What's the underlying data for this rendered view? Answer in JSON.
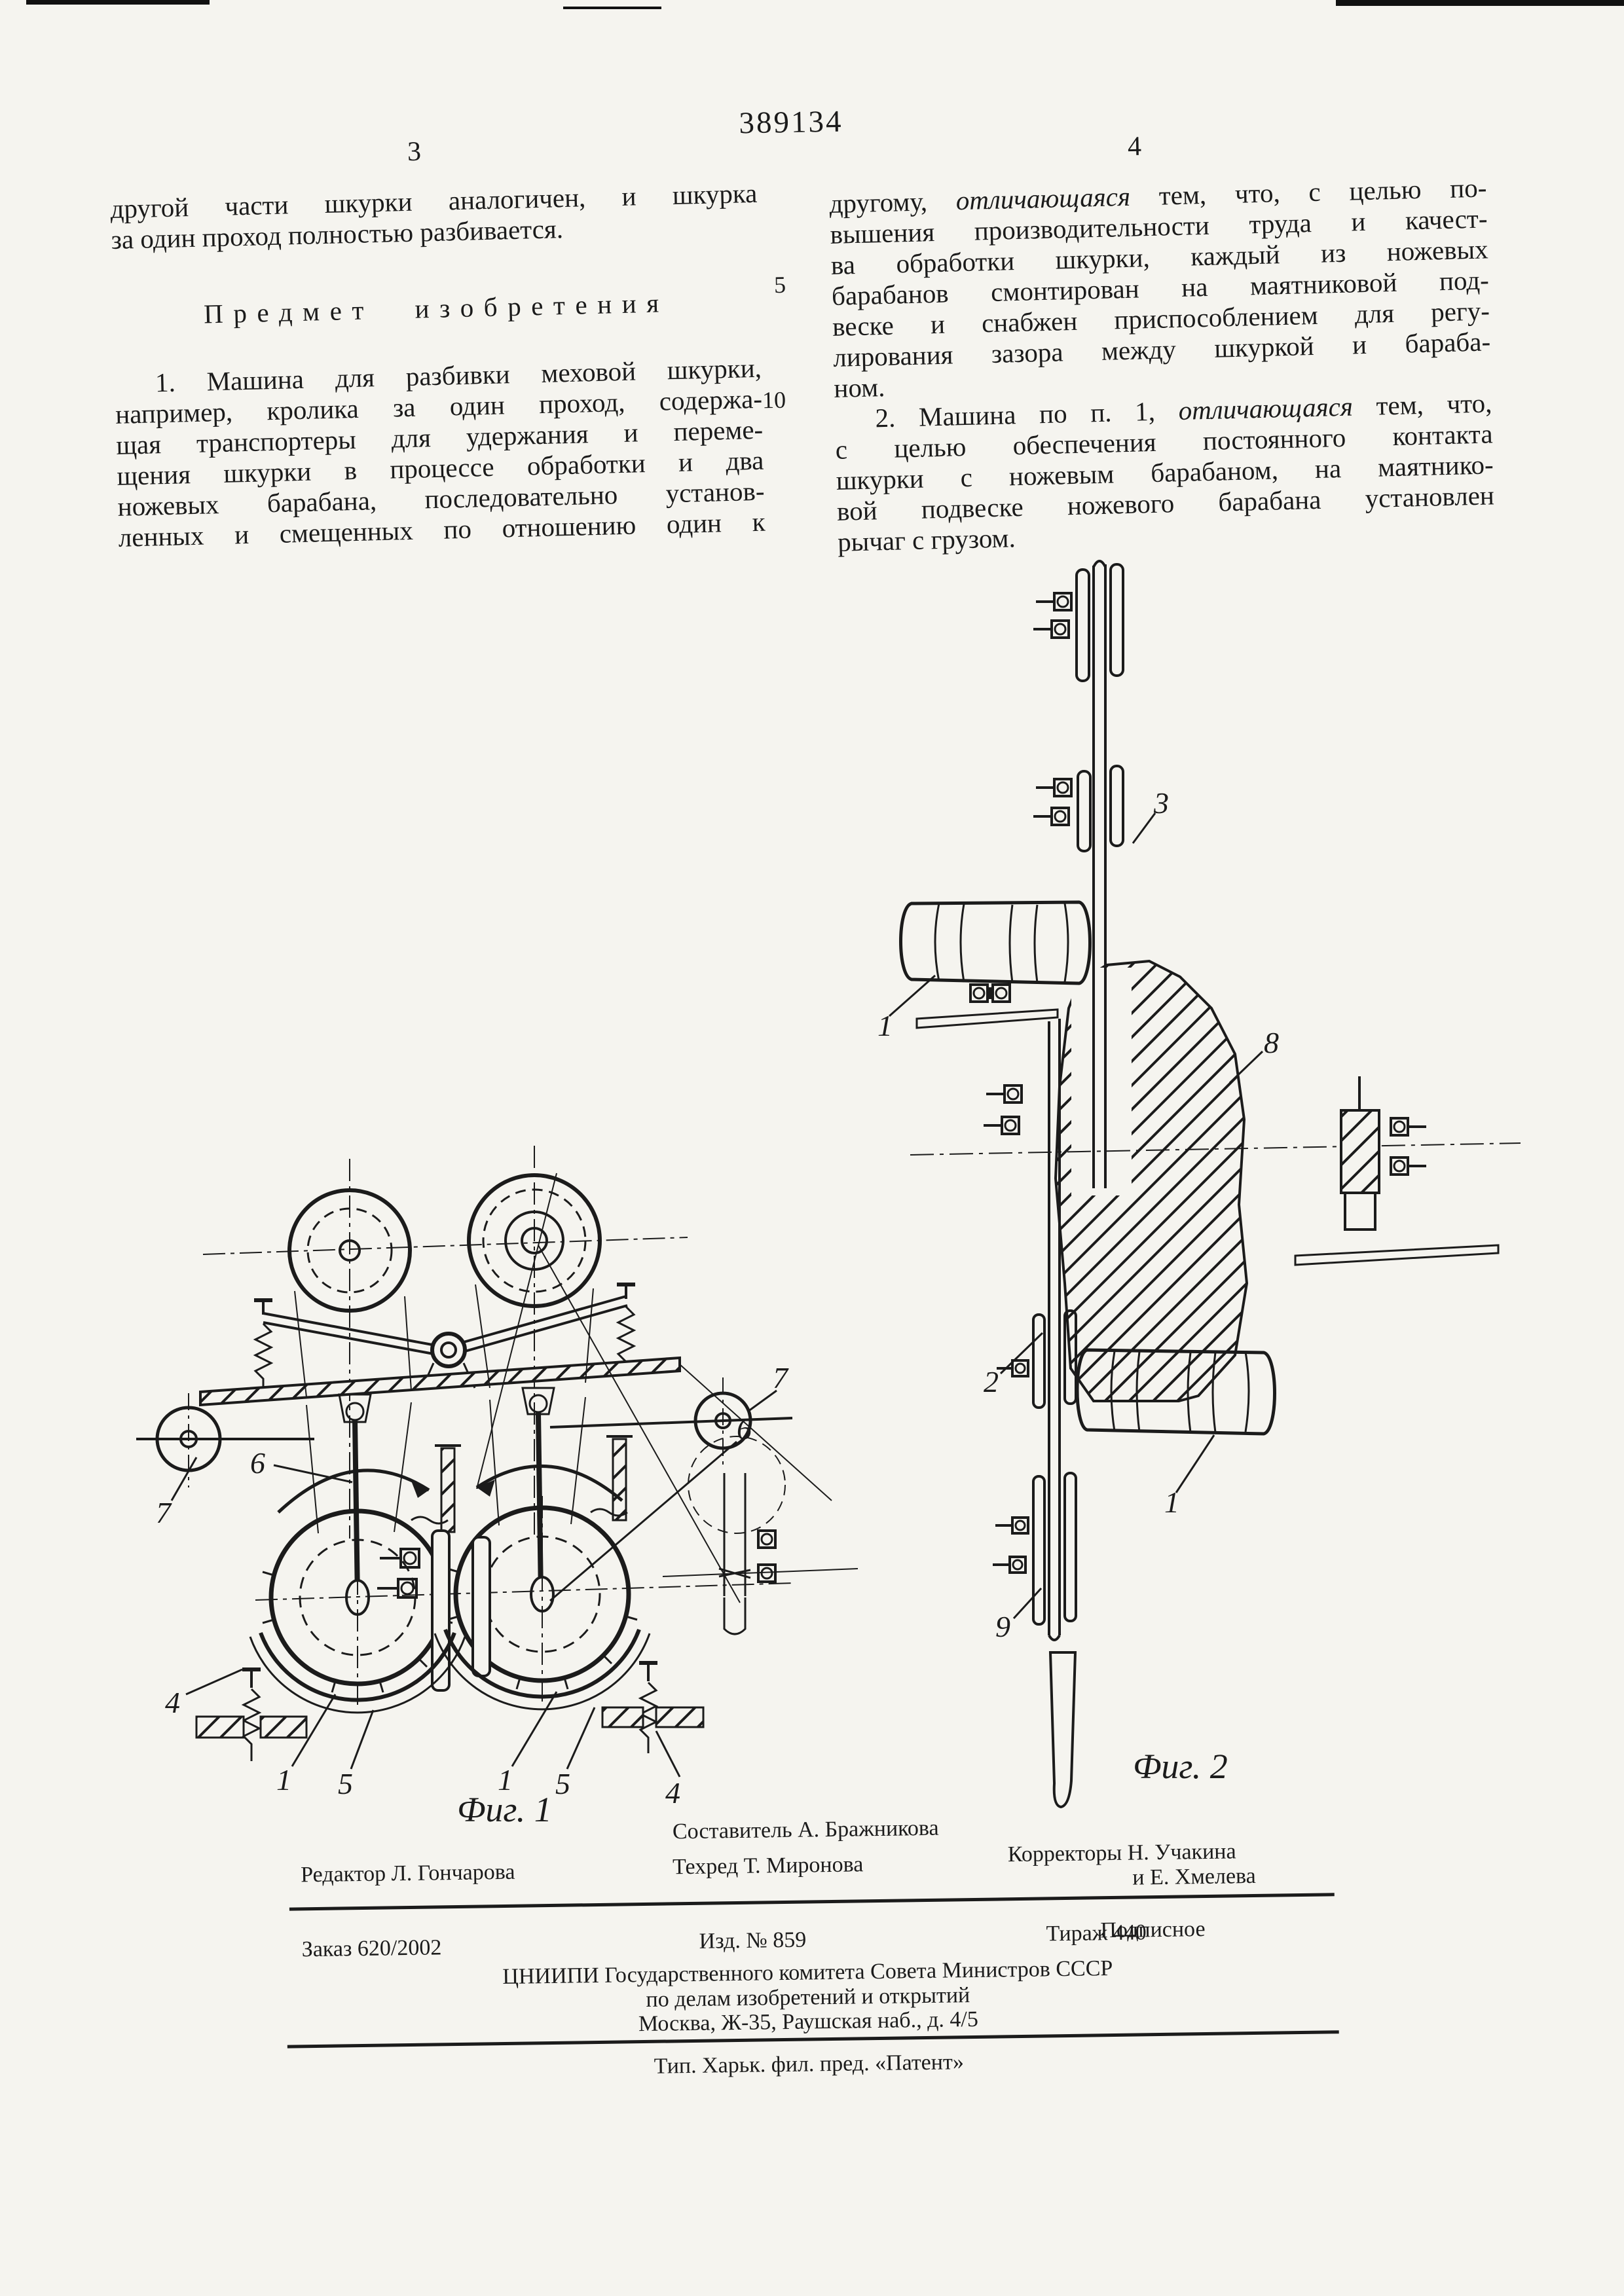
{
  "page": {
    "patent_number": "389134",
    "left_column_number": "3",
    "right_column_number": "4",
    "margin_line_numbers": [
      "5",
      "10"
    ]
  },
  "left_column": {
    "paragraph1": [
      "другой части шкурки аналогичен, и шкурка",
      "за один проход полностью разбивается."
    ],
    "heading": "Предмет изобретения",
    "claim1": [
      "1. Машина для разбивки меховой шкурки,",
      "например, кролика за один проход, содержа-",
      "щая транспортеры для удержания и переме-",
      "щения шкурки в процессе обработки и два",
      "ножевых барабана, последовательно установ-",
      "ленных и смещенных по отношению один к"
    ]
  },
  "right_column": {
    "claim1_cont_line1": {
      "pre": "другому, ",
      "italic": "отличающаяся",
      "post": " тем, что, с целью по-"
    },
    "claim1_cont": [
      "вышения производительности труда и качест-",
      "ва обработки шкурки, каждый из ножевых",
      "барабанов смонтирован на маятниковой под-",
      "веске и снабжен приспособлением для регу-",
      "лирования зазора между шкуркой и бараба-",
      "ном."
    ],
    "claim2_line1": {
      "pre": "2. Машина по п. 1, ",
      "italic": "отличающаяся",
      "post": " тем, что,"
    },
    "claim2": [
      "с целью обеспечения постоянного контакта",
      "шкурки с ножевым барабаном, на маятнико-",
      "вой подвеске ножевого барабана установлен",
      "рычаг с грузом."
    ]
  },
  "figure1": {
    "caption": "Фиг. 1",
    "labels": {
      "rod_left": "6",
      "rod_right": "6",
      "wheel_left": "7",
      "wheel_right": "7",
      "support_left": "4",
      "support_right": "4",
      "drum_left": "1",
      "drum_right": "1",
      "guard_left": "5",
      "guard_right": "5"
    }
  },
  "figure2": {
    "caption": "Фиг. 2",
    "labels": {
      "belt_clamp": "3",
      "drum_upper": "1",
      "pendulum_body": "8",
      "belt2": "2",
      "drum_lower": "1",
      "blade": "9"
    }
  },
  "footer": {
    "compiler": "Составитель А. Бражникова",
    "editor": "Редактор Л. Гончарова",
    "tech_editor": "Техред Т. Миронова",
    "correctors_line1": "Корректоры Н. Учакина",
    "correctors_line2": "и Е. Хмелева",
    "order": "Заказ 620/2002",
    "edition": "Изд. № 859",
    "print_run": "Тираж 440",
    "subscription": "Подписное",
    "org_line1": "ЦНИИПИ Государственного комитета Совета Министров СССР",
    "org_line2": "по делам изобретений и открытий",
    "org_line3": "Москва, Ж-35, Раушская наб., д. 4/5",
    "printing_house": "Тип. Харьк. фил. пред. «Патент»"
  },
  "colors": {
    "ink": "#1b1b1b",
    "paper": "#f5f4ef"
  }
}
